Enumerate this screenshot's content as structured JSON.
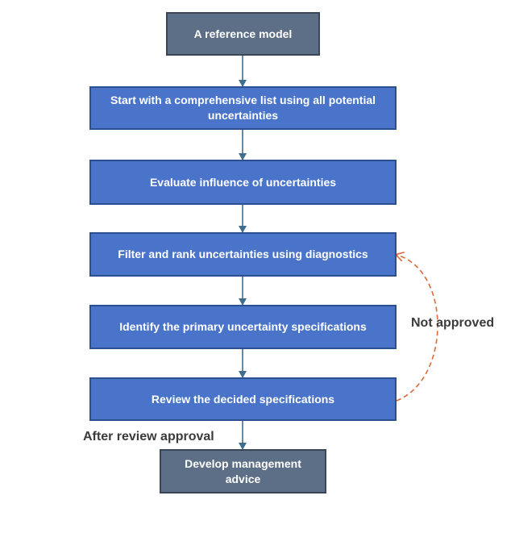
{
  "nodes": {
    "start": "A reference model",
    "step1": "Start with a comprehensive list using all potential uncertainties",
    "step2": "Evaluate influence of uncertainties",
    "step3": "Filter and rank uncertainties using diagnostics",
    "step4": "Identify the primary uncertainty specifications",
    "step5": "Review the decided specifications",
    "end": "Develop management advice"
  },
  "labels": {
    "not_approved": "Not approved",
    "after_review": "After review approval"
  },
  "colors": {
    "process_fill": "#4a74c9",
    "terminal_fill": "#5d6f86",
    "arrow": "#3d6e8f",
    "feedback": "#d86a3c"
  }
}
